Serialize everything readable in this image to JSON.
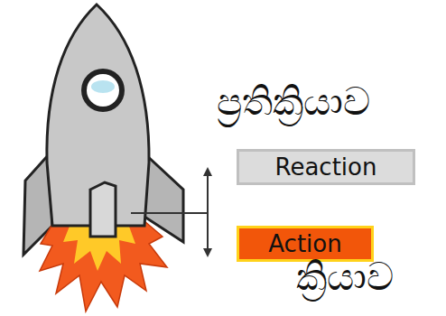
{
  "diagram": {
    "nodes": [
      {
        "text": [
          "Reaction"
        ]
      },
      {
        "text": [
          "Action"
        ]
      }
    ],
    "labels": [
      "ප්‍රතික්‍රියාව",
      "ක්‍රියාව"
    ]
  }
}
